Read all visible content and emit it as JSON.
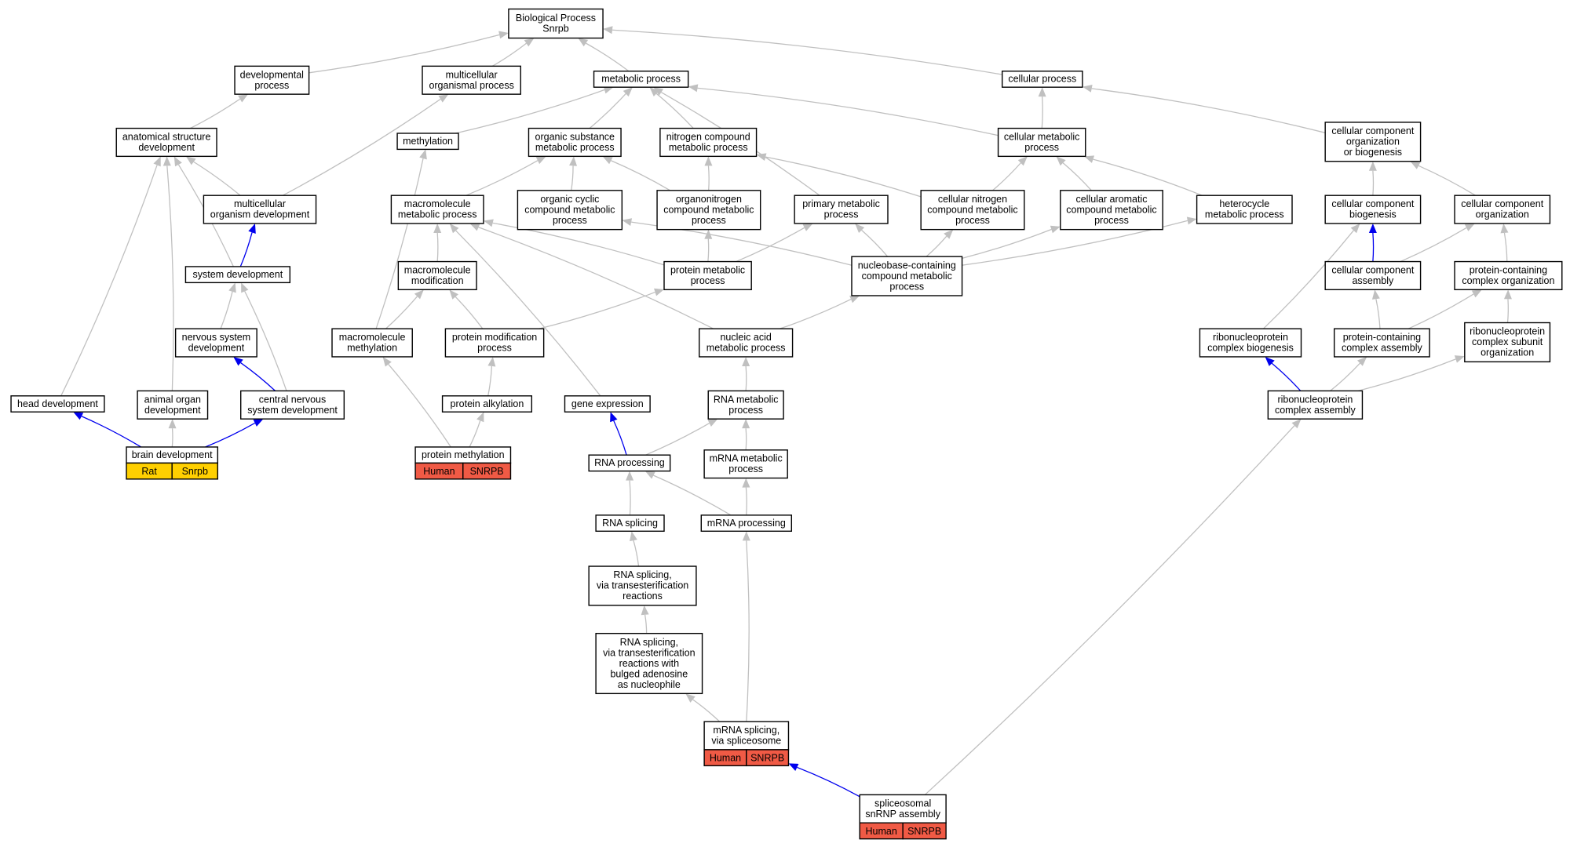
{
  "colors": {
    "edge_default": "#c0c0c0",
    "edge_highlight": "#0000ee",
    "tag_rat": "#ffd000",
    "tag_human": "#f05a45"
  },
  "nodes": [
    {
      "id": "bp",
      "lines": [
        "Biological Process",
        "Snrpb"
      ]
    },
    {
      "id": "devproc",
      "lines": [
        "developmental",
        "process"
      ]
    },
    {
      "id": "multiorg",
      "lines": [
        "multicellular",
        "organismal process"
      ]
    },
    {
      "id": "metab",
      "lines": [
        "metabolic process"
      ]
    },
    {
      "id": "cellproc",
      "lines": [
        "cellular process"
      ]
    },
    {
      "id": "anat",
      "lines": [
        "anatomical structure",
        "development"
      ]
    },
    {
      "id": "methyl",
      "lines": [
        "methylation"
      ]
    },
    {
      "id": "orgsub",
      "lines": [
        "organic substance",
        "metabolic process"
      ]
    },
    {
      "id": "nitro",
      "lines": [
        "nitrogen compound",
        "metabolic process"
      ]
    },
    {
      "id": "cellmet",
      "lines": [
        "cellular metabolic",
        "process"
      ]
    },
    {
      "id": "ccorgbio",
      "lines": [
        "cellular component",
        "organization",
        "or biogenesis"
      ]
    },
    {
      "id": "multidev",
      "lines": [
        "multicellular",
        "organism development"
      ]
    },
    {
      "id": "macromet",
      "lines": [
        "macromolecule",
        "metabolic process"
      ]
    },
    {
      "id": "orgcyc",
      "lines": [
        "organic cyclic",
        "compound metabolic",
        "process"
      ]
    },
    {
      "id": "organon",
      "lines": [
        "organonitrogen",
        "compound metabolic",
        "process"
      ]
    },
    {
      "id": "primmet",
      "lines": [
        "primary metabolic",
        "process"
      ]
    },
    {
      "id": "cellnitro",
      "lines": [
        "cellular nitrogen",
        "compound metabolic",
        "process"
      ]
    },
    {
      "id": "cellarom",
      "lines": [
        "cellular aromatic",
        "compound metabolic",
        "process"
      ]
    },
    {
      "id": "hetero",
      "lines": [
        "heterocycle",
        "metabolic process"
      ]
    },
    {
      "id": "ccbio",
      "lines": [
        "cellular component",
        "biogenesis"
      ]
    },
    {
      "id": "ccorg",
      "lines": [
        "cellular component",
        "organization"
      ]
    },
    {
      "id": "sysdev",
      "lines": [
        "system development"
      ]
    },
    {
      "id": "macromod",
      "lines": [
        "macromolecule",
        "modification"
      ]
    },
    {
      "id": "protmet",
      "lines": [
        "protein metabolic",
        "process"
      ]
    },
    {
      "id": "nucbase",
      "lines": [
        "nucleobase-containing",
        "compound metabolic",
        "process"
      ]
    },
    {
      "id": "ccassem",
      "lines": [
        "cellular component",
        "assembly"
      ]
    },
    {
      "id": "protcomporg",
      "lines": [
        "protein-containing",
        "complex organization"
      ]
    },
    {
      "id": "nervdev",
      "lines": [
        "nervous system",
        "development"
      ]
    },
    {
      "id": "macromethyl",
      "lines": [
        "macromolecule",
        "methylation"
      ]
    },
    {
      "id": "protmod",
      "lines": [
        "protein modification",
        "process"
      ]
    },
    {
      "id": "nucacid",
      "lines": [
        "nucleic acid",
        "metabolic process"
      ]
    },
    {
      "id": "rnpbio",
      "lines": [
        "ribonucleoprotein",
        "complex biogenesis"
      ]
    },
    {
      "id": "protcompassem",
      "lines": [
        "protein-containing",
        "complex assembly"
      ]
    },
    {
      "id": "rnpsub",
      "lines": [
        "ribonucleoprotein",
        "complex subunit",
        "organization"
      ]
    },
    {
      "id": "headdev",
      "lines": [
        "head development"
      ]
    },
    {
      "id": "animorg",
      "lines": [
        "animal organ",
        "development"
      ]
    },
    {
      "id": "cnsdev",
      "lines": [
        "central nervous",
        "system development"
      ]
    },
    {
      "id": "protalk",
      "lines": [
        "protein alkylation"
      ]
    },
    {
      "id": "geneexp",
      "lines": [
        "gene expression"
      ]
    },
    {
      "id": "rnamet",
      "lines": [
        "RNA metabolic",
        "process"
      ]
    },
    {
      "id": "rnpassem",
      "lines": [
        "ribonucleoprotein",
        "complex assembly"
      ]
    },
    {
      "id": "braindev",
      "lines": [
        "brain development"
      ],
      "tags": [
        "Rat",
        "Snrpb"
      ],
      "tag_color": "rat"
    },
    {
      "id": "protmethyl",
      "lines": [
        "protein methylation"
      ],
      "tags": [
        "Human",
        "SNRPB"
      ],
      "tag_color": "human"
    },
    {
      "id": "rnaproc",
      "lines": [
        "RNA processing"
      ]
    },
    {
      "id": "mrnamet",
      "lines": [
        "mRNA metabolic",
        "process"
      ]
    },
    {
      "id": "rnasplice",
      "lines": [
        "RNA splicing"
      ]
    },
    {
      "id": "mrnaproc",
      "lines": [
        "mRNA processing"
      ]
    },
    {
      "id": "rnasplicetrans",
      "lines": [
        "RNA splicing,",
        "via transesterification",
        "reactions"
      ]
    },
    {
      "id": "rnasplicebulged",
      "lines": [
        "RNA splicing,",
        "via transesterification",
        "reactions with",
        "bulged adenosine",
        "as nucleophile"
      ]
    },
    {
      "id": "mrnasplice",
      "lines": [
        "mRNA splicing,",
        "via spliceosome"
      ],
      "tags": [
        "Human",
        "SNRPB"
      ],
      "tag_color": "human"
    },
    {
      "id": "snrnp",
      "lines": [
        "spliceosomal",
        "snRNP assembly"
      ],
      "tags": [
        "Human",
        "SNRPB"
      ],
      "tag_color": "human"
    }
  ],
  "edges": [
    [
      "devproc",
      "bp",
      0
    ],
    [
      "multiorg",
      "bp",
      0
    ],
    [
      "metab",
      "bp",
      0
    ],
    [
      "cellproc",
      "bp",
      0
    ],
    [
      "anat",
      "devproc",
      0
    ],
    [
      "methyl",
      "metab",
      0
    ],
    [
      "orgsub",
      "metab",
      0
    ],
    [
      "nitro",
      "metab",
      0
    ],
    [
      "cellmet",
      "metab",
      0
    ],
    [
      "primmet",
      "metab",
      0
    ],
    [
      "cellmet",
      "cellproc",
      0
    ],
    [
      "ccorgbio",
      "cellproc",
      0
    ],
    [
      "multidev",
      "anat",
      0
    ],
    [
      "multidev",
      "multiorg",
      0
    ],
    [
      "sysdev",
      "anat",
      0
    ],
    [
      "sysdev",
      "multidev",
      1
    ],
    [
      "headdev",
      "anat",
      0
    ],
    [
      "animorg",
      "anat",
      0
    ],
    [
      "macromet",
      "orgsub",
      0
    ],
    [
      "orgcyc",
      "orgsub",
      0
    ],
    [
      "organon",
      "orgsub",
      0
    ],
    [
      "organon",
      "nitro",
      0
    ],
    [
      "cellnitro",
      "nitro",
      0
    ],
    [
      "cellnitro",
      "cellmet",
      0
    ],
    [
      "cellarom",
      "cellmet",
      0
    ],
    [
      "hetero",
      "cellmet",
      0
    ],
    [
      "ccbio",
      "ccorgbio",
      0
    ],
    [
      "ccorg",
      "ccorgbio",
      0
    ],
    [
      "macromod",
      "macromet",
      0
    ],
    [
      "protmet",
      "macromet",
      0
    ],
    [
      "nucacid",
      "macromet",
      0
    ],
    [
      "geneexp",
      "macromet",
      0
    ],
    [
      "protmet",
      "organon",
      0
    ],
    [
      "protmet",
      "primmet",
      0
    ],
    [
      "nucbase",
      "orgcyc",
      0
    ],
    [
      "nucbase",
      "primmet",
      0
    ],
    [
      "nucbase",
      "cellnitro",
      0
    ],
    [
      "nucbase",
      "cellarom",
      0
    ],
    [
      "nucbase",
      "hetero",
      0
    ],
    [
      "ccassem",
      "ccbio",
      1
    ],
    [
      "ccassem",
      "ccorg",
      0
    ],
    [
      "protcomporg",
      "ccorg",
      0
    ],
    [
      "nervdev",
      "sysdev",
      0
    ],
    [
      "cnsdev",
      "sysdev",
      0
    ],
    [
      "cnsdev",
      "nervdev",
      1
    ],
    [
      "macromethyl",
      "methyl",
      0
    ],
    [
      "macromethyl",
      "macromod",
      0
    ],
    [
      "protmod",
      "macromod",
      0
    ],
    [
      "protmod",
      "protmet",
      0
    ],
    [
      "nucacid",
      "nucbase",
      0
    ],
    [
      "rnpbio",
      "ccbio",
      0
    ],
    [
      "protcompassem",
      "ccassem",
      0
    ],
    [
      "protcompassem",
      "protcomporg",
      0
    ],
    [
      "rnpsub",
      "protcomporg",
      0
    ],
    [
      "protalk",
      "protmod",
      0
    ],
    [
      "rnamet",
      "nucacid",
      0
    ],
    [
      "rnpassem",
      "rnpbio",
      1
    ],
    [
      "rnpassem",
      "protcompassem",
      0
    ],
    [
      "rnpassem",
      "rnpsub",
      0
    ],
    [
      "braindev",
      "headdev",
      1
    ],
    [
      "braindev",
      "animorg",
      0
    ],
    [
      "braindev",
      "cnsdev",
      1
    ],
    [
      "protmethyl",
      "macromethyl",
      0
    ],
    [
      "protmethyl",
      "protalk",
      0
    ],
    [
      "rnaproc",
      "geneexp",
      1
    ],
    [
      "rnaproc",
      "rnamet",
      0
    ],
    [
      "mrnamet",
      "rnamet",
      0
    ],
    [
      "rnasplice",
      "rnaproc",
      0
    ],
    [
      "mrnaproc",
      "rnaproc",
      0
    ],
    [
      "mrnaproc",
      "mrnamet",
      0
    ],
    [
      "rnasplicetrans",
      "rnasplice",
      0
    ],
    [
      "rnasplicebulged",
      "rnasplicetrans",
      0
    ],
    [
      "mrnasplice",
      "mrnaproc",
      0
    ],
    [
      "mrnasplice",
      "rnasplicebulged",
      0
    ],
    [
      "snrnp",
      "mrnasplice",
      1
    ],
    [
      "snrnp",
      "rnpassem",
      0
    ]
  ]
}
